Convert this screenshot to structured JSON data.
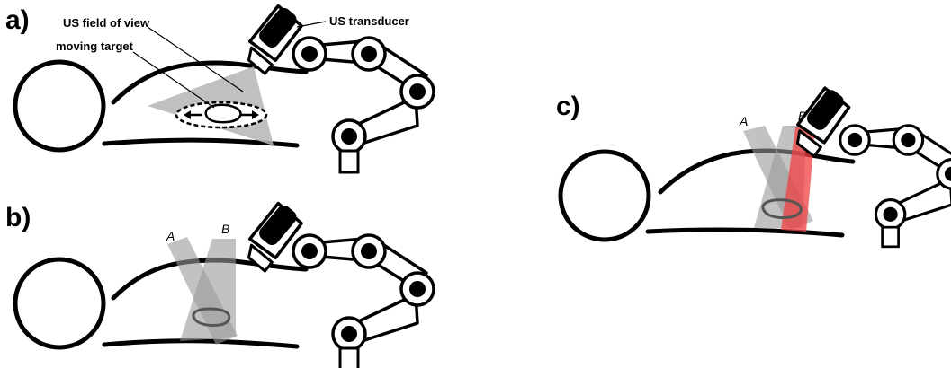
{
  "panels": [
    {
      "label": "a)"
    },
    {
      "label": "b)"
    },
    {
      "label": "c)"
    }
  ],
  "annotations": {
    "us_field_of_view": "US field of view",
    "us_transducer": "US transducer",
    "moving_target": "moving target"
  },
  "beams": {
    "a": "A",
    "b": "B"
  },
  "colors": {
    "beam_gray": "#9a9a9a",
    "beam_red": "#f04040",
    "outline": "#000000"
  },
  "icons": [
    "probe-icon",
    "robot-arm-icon",
    "target-icon"
  ]
}
